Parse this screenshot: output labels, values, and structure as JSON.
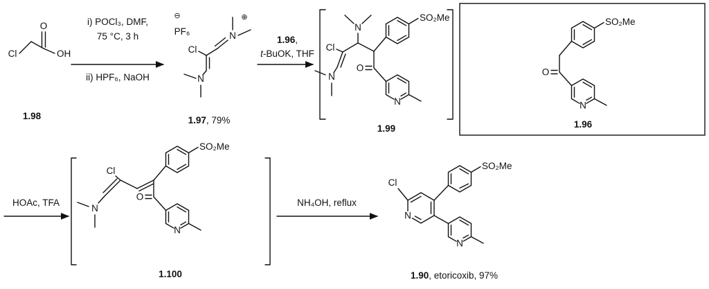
{
  "scheme": {
    "atoms": {
      "cl": "Cl",
      "o": "O",
      "oh": "OH",
      "n": "N",
      "so2me": "SO₂Me",
      "pf6": "PF₆",
      "minus": "⊖",
      "plus": "⊕"
    },
    "steps": {
      "step1": {
        "above1": "i) POCl₃, DMF,",
        "above2": "75 °C, 3 h",
        "below1": "ii) HPF₆, NaOH"
      },
      "step2": {
        "above1_bold": "1.96",
        "above1_rest": ",",
        "above2_italic": "t",
        "above2_rest": "-BuOK, THF"
      },
      "step3": {
        "above1": "HOAc, TFA"
      },
      "step4": {
        "above1": "NH₄OH, reflux"
      }
    },
    "labels": {
      "c198_bold": "1.98",
      "c197_bold": "1.97",
      "c197_rest": ", 79%",
      "c199_bold": "1.99",
      "c196_bold": "1.96",
      "c1100_bold": "1.100",
      "c190_bold": "1.90",
      "c190_rest": ", etoricoxib, 97%"
    }
  }
}
